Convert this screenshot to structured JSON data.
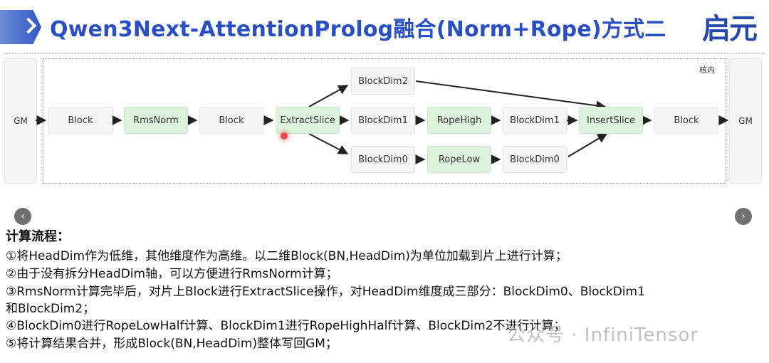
{
  "slide": {
    "title": "Qwen3Next-AttentionProlog融合(Norm+Rope)方式二",
    "logo": "启元"
  },
  "diagram": {
    "gm_in": "GM",
    "gm_out": "GM",
    "core_label": "核内",
    "nodes": {
      "block1": "Block",
      "rmsnorm": "RmsNorm",
      "block2": "Block",
      "extract": "ExtractSlice",
      "bd2_top": "BlockDim2",
      "bd1_mid": "BlockDim1",
      "rope_high": "RopeHigh",
      "bd1_after": "BlockDim1",
      "insert": "InsertSlice",
      "block_out": "Block",
      "bd0_low": "BlockDim0",
      "rope_low": "RopeLow",
      "bd0_after": "BlockDim0"
    },
    "colors": {
      "green_node": "#ddf3dd",
      "gray_node": "#f5f5f5",
      "title": "#2a4fc4"
    }
  },
  "nav": {
    "prev_icon": "chevron-left-icon",
    "next_icon": "chevron-right-icon"
  },
  "steps": {
    "heading": "计算流程：",
    "s1": "①将HeadDim作为低维，其他维度作为高维。以二维Block(BN,HeadDim)为单位加载到片上进行计算；",
    "s2": "②由于没有拆分HeadDim轴，可以方便进行RmsNorm计算；",
    "s3a": "③RmsNorm计算完毕后，对片上Block进行ExtractSlice操作，对HeadDim维度成三部分：BlockDim0、BlockDim1",
    "s3b": "和BlockDim2；",
    "s4": "④BlockDim0进行RopeLowHalf计算、BlockDim1进行RopeHighHalf计算、BlockDim2不进行计算；",
    "s5": "⑤将计算结果合并，形成Block(BN,HeadDim)整体写回GM；"
  },
  "watermark": {
    "wechat": "公众号 · InfiniTensor"
  }
}
